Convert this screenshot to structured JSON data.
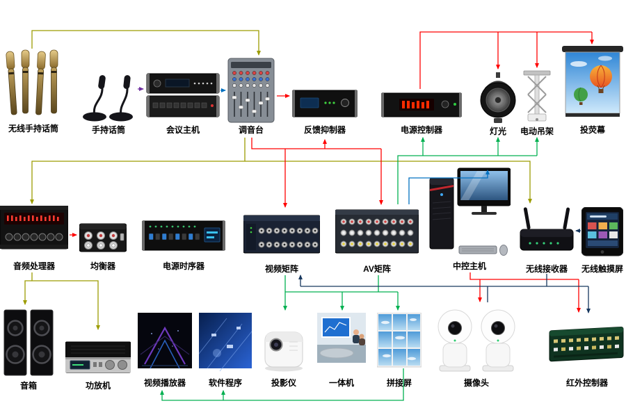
{
  "nodes": {
    "wireless_mic": {
      "label": "无线手持话筒"
    },
    "handheld_mic": {
      "label": "手持话筒"
    },
    "conference_host": {
      "label": "会议主机"
    },
    "mixer": {
      "label": "调音台"
    },
    "feedback_suppressor": {
      "label": "反馈抑制器"
    },
    "power_controller": {
      "label": "电源控制器"
    },
    "light": {
      "label": "灯光"
    },
    "electric_hanger": {
      "label": "电动吊架"
    },
    "projection_screen": {
      "label": "投荧幕"
    },
    "audio_processor": {
      "label": "音频处理器"
    },
    "equalizer": {
      "label": "均衡器"
    },
    "power_sequencer": {
      "label": "电源时序器"
    },
    "video_matrix": {
      "label": "视频矩阵"
    },
    "av_matrix": {
      "label": "AV矩阵"
    },
    "central_host": {
      "label": "中控主机"
    },
    "wireless_receiver": {
      "label": "无线接收器"
    },
    "wireless_touchscreen": {
      "label": "无线触摸屏"
    },
    "speaker": {
      "label": "音箱"
    },
    "amplifier": {
      "label": "功放机"
    },
    "video_player": {
      "label": "视频播放器"
    },
    "software_program": {
      "label": "软件程序"
    },
    "projector": {
      "label": "投影仪"
    },
    "all_in_one": {
      "label": "一体机"
    },
    "splicing_screen": {
      "label": "拼接屏"
    },
    "camera": {
      "label": "摄像头"
    },
    "ir_controller": {
      "label": "红外控制器"
    }
  },
  "colors": {
    "red": "#ff0000",
    "green": "#00b050",
    "blue": "#0070c0",
    "navy": "#17375e",
    "olive": "#9c9c00",
    "purple": "#7030a0"
  },
  "connections": [
    {
      "from": "wireless_mic",
      "to": "mixer",
      "color": "olive"
    },
    {
      "from": "handheld_mic",
      "to": "conference_host",
      "color": "purple"
    },
    {
      "from": "conference_host",
      "to": "mixer",
      "color": "blue"
    },
    {
      "from": "mixer",
      "to": "feedback_suppressor",
      "color": "red"
    },
    {
      "from": "mixer",
      "to": "audio_processor",
      "color": "olive"
    },
    {
      "from": "mixer",
      "to": "wireless_receiver",
      "color": "olive"
    },
    {
      "from": "mixer",
      "to": "video_matrix",
      "color": "red"
    },
    {
      "from": "mixer",
      "to": "av_matrix",
      "color": "red"
    },
    {
      "from": "power_controller",
      "to": "light",
      "color": "red"
    },
    {
      "from": "power_controller",
      "to": "electric_hanger",
      "color": "red"
    },
    {
      "from": "power_controller",
      "to": "projection_screen",
      "color": "red"
    },
    {
      "from": "av_matrix",
      "to": "power_controller",
      "color": "green"
    },
    {
      "from": "av_matrix",
      "to": "light",
      "color": "green"
    },
    {
      "from": "av_matrix",
      "to": "electric_hanger",
      "color": "green"
    },
    {
      "from": "av_matrix",
      "to": "central_host",
      "color": "blue"
    },
    {
      "from": "audio_processor",
      "to": "equalizer",
      "color": "red"
    },
    {
      "from": "audio_processor",
      "to": "amplifier",
      "color": "olive"
    },
    {
      "from": "audio_processor",
      "to": "speaker",
      "color": "olive"
    },
    {
      "from": "video_matrix",
      "to": "projector",
      "color": "green"
    },
    {
      "from": "video_matrix",
      "to": "all_in_one",
      "color": "green"
    },
    {
      "from": "video_matrix",
      "to": "splicing_screen",
      "color": "green"
    },
    {
      "from": "camera",
      "to": "video_matrix",
      "color": "navy"
    },
    {
      "from": "wireless_receiver",
      "to": "ir_controller",
      "color": "navy"
    },
    {
      "from": "central_host",
      "to": "camera",
      "color": "red"
    },
    {
      "from": "central_host",
      "to": "ir_controller",
      "color": "red"
    },
    {
      "from": "splicing_screen",
      "to": "video_player",
      "color": "green"
    },
    {
      "from": "splicing_screen",
      "to": "software_program",
      "color": "green"
    },
    {
      "from": "wireless_touchscreen",
      "to": "wireless_receiver",
      "color": "navy"
    }
  ]
}
